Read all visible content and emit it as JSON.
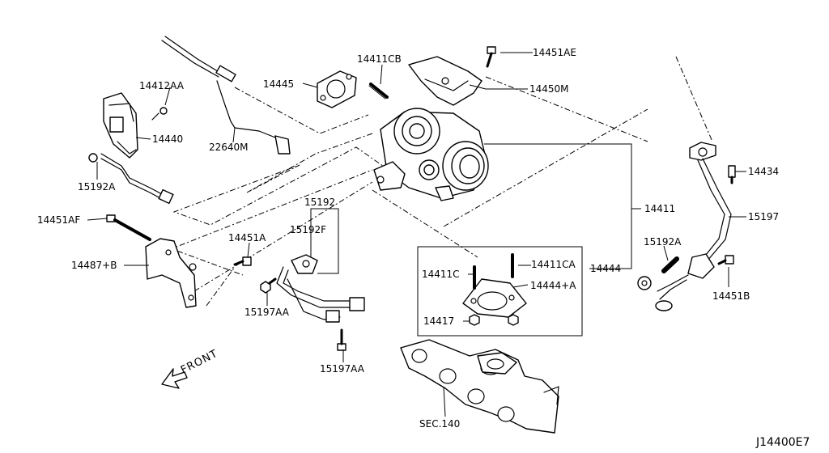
{
  "diagram": {
    "part_labels": {
      "p14411CB": "14411CB",
      "p14451AE": "14451AE",
      "p14445": "14445",
      "p14450M": "14450M",
      "p14412AA": "14412AA",
      "p14440": "14440",
      "p22640M": "22640M",
      "p15192A_left": "15192A",
      "p14451AF": "14451AF",
      "p14487B": "14487+B",
      "p14451A": "14451A",
      "p15192": "15192",
      "p15192F": "15192F",
      "p15197AA_a": "15197AA",
      "p15197AA_b": "15197AA",
      "p14411": "14411",
      "p14434": "14434",
      "p15197": "15197",
      "p15192A_right": "15192A",
      "p14451B": "14451B",
      "p14444": "14444",
      "p14411C": "14411C",
      "p14411CA": "14411CA",
      "p14444A": "14444+A",
      "p14417": "14417",
      "sec140": "SEC.140"
    },
    "front_label": "FRONT",
    "diagram_code": "J14400E7"
  }
}
